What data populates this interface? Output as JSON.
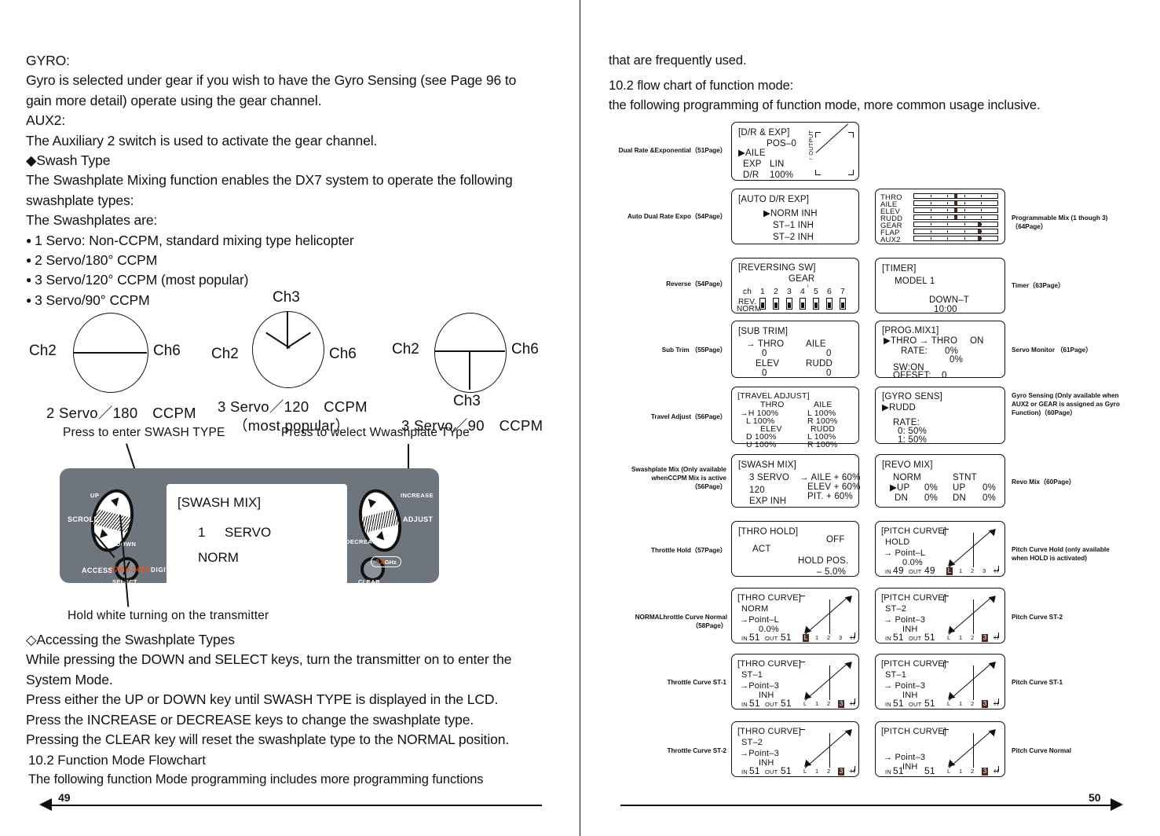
{
  "left_page": {
    "paragraphs": [
      "GYRO:",
      "Gyro is selected under gear if you wish to have the Gyro Sensing (see Page 96 to",
      "gain more detail) operate using the gear channel.",
      "AUX2:",
      "The Auxiliary 2 switch is used to activate the gear channel.",
      "◆Swash Type",
      "The Swashplate Mixing function enables the DX7 system to operate the following",
      "swashplate types:",
      "The Swashplates are:"
    ],
    "bullets": [
      "1 Servo: Non-CCPM, standard mixing type helicopter",
      "2 Servo/180° CCPM",
      "3 Servo/120° CCPM (most popular)",
      "3 Servo/90° CCPM"
    ],
    "swash_figures": [
      {
        "ch_top": "",
        "ch_left": "Ch2",
        "ch_right": "Ch6",
        "ch_bottom": "",
        "caption1": "2 Servo／180　CCPM",
        "caption2": ""
      },
      {
        "ch_top": "Ch3",
        "ch_left": "Ch2",
        "ch_right": "Ch6",
        "ch_bottom": "",
        "caption1": "3 Servo／120　CCPM",
        "caption2": "（most popular）"
      },
      {
        "ch_top": "",
        "ch_left": "Ch2",
        "ch_right": "Ch6",
        "ch_bottom": "Ch3",
        "caption1": "3 Servo／90　CCPM",
        "caption2": ""
      }
    ],
    "callouts": {
      "enter_swash": "Press to enter SWASH TYPE",
      "select_type": "Press to welect Wwashplate TYpe",
      "hold_white": "Hold white turning on the transmitter"
    },
    "transmitter": {
      "lcd": {
        "title": "[SWASH  MIX]",
        "line1_num": "1",
        "line1_text": "SERVO",
        "line2": "NORM"
      },
      "labels": {
        "up": "UP",
        "down": "DOWN",
        "scroll": "SCROLL",
        "access": "ACCESS",
        "select": "SELECT",
        "increase": "INCREASE",
        "decrease": "DECREASE",
        "adjust": "ADJUST",
        "clear": "CLEAR"
      },
      "model": "T7RH-2400",
      "tagline": "DIGITAL PROPORTIONAL RADIO CONTROL SYSTEM",
      "band_num": "2.4",
      "band_g": "G",
      "band_hz": "Hz"
    },
    "lower_paragraphs": [
      "◇Accessing the Swashplate Types",
      "While pressing the DOWN and SELECT keys, turn the transmitter on to enter the",
      "System Mode.",
      "Press either the UP or DOWN key until SWASH TYPE is displayed in the LCD.",
      "Press the INCREASE or DECREASE keys to change the swashplate type.",
      "Pressing the CLEAR key will reset the swashplate type to the NORMAL position."
    ],
    "section": [
      "10.2 Function Mode Flowchart",
      "The following function Mode programming includes more programming functions"
    ],
    "page_number": "49"
  },
  "right_page": {
    "paragraphs": [
      "that are frequently used.",
      "10.2 flow chart of function mode:",
      "the following programming of function mode, more common usage inclusive."
    ],
    "page_number": "50",
    "labels": {
      "dual_rate": "Dual Rate &Exponential（51Page）",
      "auto_dr": "Auto Dual Rate Expo（54Page）",
      "reverse": "Reverse（54Page）",
      "sub_trim": "Sub Trim （55Page）",
      "travel_adjust": "Travel Adjust（56Page）",
      "swash_mix": "Swashplate Mix (Only available\n  whenCCPM Mix is active\n （56Page）",
      "thro_hold": "Throttle Hold（57Page）",
      "thro_norm": "NORMALhrottle Curve Normal（58Page）",
      "thro_st1": "Throttle Curve ST-1",
      "thro_st2": "Throttle Curve ST-2",
      "prog_mix": "Programmable Mix (1 though 3)\n        （64Page）",
      "timer": "Timer（63Page）",
      "servo_monitor": "Servo Monitor （61Page）",
      "gyro_sens": "Gyro Sensing (Only available when\nAUX2 or GEAR is assigned as Gyro\n Function)（60Page）",
      "revo_mix": "Revo Mix（60Page）",
      "pitch_hold": "Pitch Curve Hold (only available\n   when HOLD is activated)",
      "pitch_st2": "Pitch Curve ST-2",
      "pitch_st1": "Pitch Curve ST-1",
      "pitch_norm": "Pitch Curve Normal"
    },
    "panels": {
      "dr_exp": {
        "title": "[D/R  &  EXP]",
        "pos": "POS–0",
        "aile": "▶AILE",
        "exp_k": "EXP",
        "exp_v": "LIN",
        "dr_k": "D/R",
        "dr_v": "100%",
        "axis": "↑ OUTPUT"
      },
      "auto_dr": {
        "title": "[AUTO  D/R  EXP]",
        "l1": "▶NORM  INH",
        "l2": "ST–1  INH",
        "l3": "ST–2  INH"
      },
      "prog_mix": {
        "rows": [
          "THRO",
          "AILE",
          "ELEV",
          "RUDD",
          "GEAR",
          "FLAP",
          "AUX2"
        ],
        "positions": [
          50,
          50,
          50,
          50,
          78,
          78,
          78
        ]
      },
      "reversing": {
        "title": "[REVERSING  SW]",
        "gear": "GEAR",
        "ch": "ch",
        "nums": [
          "1",
          "2",
          "3",
          "4",
          "5",
          "6",
          "7"
        ],
        "rev": "REV.",
        "norm": "NORM",
        "arrow_over": "5"
      },
      "timer": {
        "title": "[TIMER]",
        "model": "MODEL 1",
        "mode": "DOWN–T",
        "time": "10:00"
      },
      "sub_trim": {
        "title": "[SUB TRIM]",
        "k1": "→ THRO",
        "v1": "0",
        "k2": "AILE",
        "v2": "0",
        "k3": "ELEV",
        "v3": "0",
        "k4": "RUDD",
        "v4": "0"
      },
      "prog_mix1": {
        "title": "[PROG.MIX1]",
        "l1": "▶THRO  → THRO",
        "l1b": "ON",
        "rate_k": "RATE:",
        "rate_v": "0%",
        "rate_v2": "0%",
        "sw": "SW:ON",
        "offset_k": "OFFSET:",
        "offset_v": "0"
      },
      "travel": {
        "title": "[TRAVEL  ADJUST]",
        "c1h": "THRO",
        "c2h": "AILE",
        "r1a": "→H  100%",
        "r1b": "L  100%",
        "r2a": "L  100%",
        "r2b": "R  100%",
        "c3h": "ELEV",
        "c4h": "RUDD",
        "r3a": "D  100%",
        "r3b": "L  100%",
        "r4a": "U  100%",
        "r4b": "R  100%"
      },
      "gyro": {
        "title": "[GYRO  SENS]",
        "ch": "▶RUDD",
        "rate": "RATE:",
        "v0": "0:  50%",
        "v1": "1:  50%"
      },
      "swash_mix": {
        "title": "[SWASH  MIX]",
        "servo": "3  SERVO",
        "aile": "→ AILE + 60%",
        "elev": "ELEV + 60%",
        "deg": "120",
        "pit": "PIT. +  60%",
        "exp": "EXP  INH"
      },
      "revo_mix": {
        "title": "[REVO  MIX]",
        "norm": "NORM",
        "stnt": "STNT",
        "up1k": "▶UP",
        "up1v": "0%",
        "up2k": "UP",
        "up2v": "0%",
        "dn1k": "DN",
        "dn1v": "0%",
        "dn2k": "DN",
        "dn2v": "0%"
      },
      "thro_hold": {
        "title": "[THRO  HOLD]",
        "off": "OFF",
        "act": "ACT",
        "hold_pos": "HOLD  POS.",
        "val": "–  5.0%"
      },
      "pitch_hold": {
        "title": "[PITCH  CURVE]",
        "mode": "HOLD",
        "point": "→ Point–L",
        "pct": "0.0%",
        "in_k": "IN",
        "in_v": "49",
        "out_k": "OUT",
        "out_v": "49",
        "ticks": [
          "L",
          "1",
          "2",
          "3",
          "H"
        ],
        "hi": 0
      },
      "thro_norm": {
        "title": "[THRO  CURVE]",
        "mode": "NORM",
        "point": "→Point–L",
        "pct": "0.0%",
        "in_k": "IN",
        "in_v": "51",
        "out_k": "OUT",
        "out_v": "51",
        "ticks": [
          "L",
          "1",
          "2",
          "3",
          "H"
        ],
        "hi": 0
      },
      "pitch_st2": {
        "title": "[PITCH  CURVE]",
        "mode": "ST–2",
        "point": "→ Point–3",
        "pct": "INH",
        "in_k": "IN",
        "in_v": "51",
        "out_k": "OUT",
        "out_v": "51",
        "ticks": [
          "L",
          "1",
          "2",
          "3",
          "H"
        ],
        "hi": 3
      },
      "thro_st1": {
        "title": "[THRO  CURVE]",
        "mode": "ST–1",
        "point": "→Point–3",
        "pct": "INH",
        "in_k": "IN",
        "in_v": "51",
        "out_k": "OUT",
        "out_v": "51",
        "ticks": [
          "L",
          "1",
          "2",
          "3",
          "H"
        ],
        "hi": 3
      },
      "pitch_st1": {
        "title": "[PITCH  CURVE]",
        "mode": "ST–1",
        "point": "→ Point–3",
        "pct": "INH",
        "in_k": "IN",
        "in_v": "51",
        "out_k": "OUT",
        "out_v": "51",
        "ticks": [
          "L",
          "1",
          "2",
          "3",
          "H"
        ],
        "hi": 3
      },
      "thro_st2": {
        "title": "[THRO  CURVE]",
        "mode": "ST–2",
        "point": "→Point–3",
        "pct": "INH",
        "in_k": "IN",
        "in_v": "51",
        "out_k": "OUT",
        "out_v": "51",
        "ticks": [
          "L",
          "1",
          "2",
          "3",
          "H"
        ],
        "hi": 3
      },
      "pitch_norm": {
        "title": "[PITCH  CURVE]",
        "mode": "",
        "point": "→ Point–3",
        "pct": "INH",
        "in_k": "IN",
        "in_v": "51",
        "out_k": "",
        "out_v": "51",
        "ticks": [
          "L",
          "1",
          "2",
          "3",
          "H"
        ],
        "hi": 3
      }
    }
  }
}
